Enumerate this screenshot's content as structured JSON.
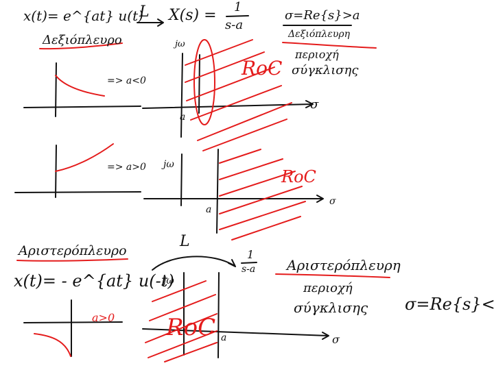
{
  "colors": {
    "ink": "#111111",
    "accent": "#e41b1b"
  },
  "right_sided": {
    "signal": "x(t)= e^{at} u(t)",
    "transform_symbol": "L",
    "arrow": "→",
    "X_lhs": "X(s) =",
    "frac_num": "1",
    "frac_den": "s-a",
    "roc_condition": "σ=Re{s}>a",
    "title": "Δεξιόπλευρο",
    "right_title": "Δεξιόπλευρη",
    "region_word_1": "περιοχή",
    "region_word_2": "σύγκλισης",
    "case_neg": "=> a<0",
    "case_pos": "=> a>0",
    "roc_label": "RoC",
    "jw_label": "jω",
    "a_label": "a",
    "sigma_label": "σ"
  },
  "left_sided": {
    "title": "Αριστερόπλευρο",
    "signal": "x(t)= - e^{at} u(-t)",
    "transform_symbol": "L",
    "frac_num": "1",
    "frac_den": "s-a",
    "right_title": "Αριστερόπλευρη",
    "region_word_1": "περιοχή",
    "region_word_2": "σύγκλισης",
    "roc_condition": "σ=Re{s}<a",
    "case": "a>0",
    "roc_label": "RoC",
    "jw_label": "jω",
    "a_label": "a",
    "sigma_label": "σ"
  }
}
